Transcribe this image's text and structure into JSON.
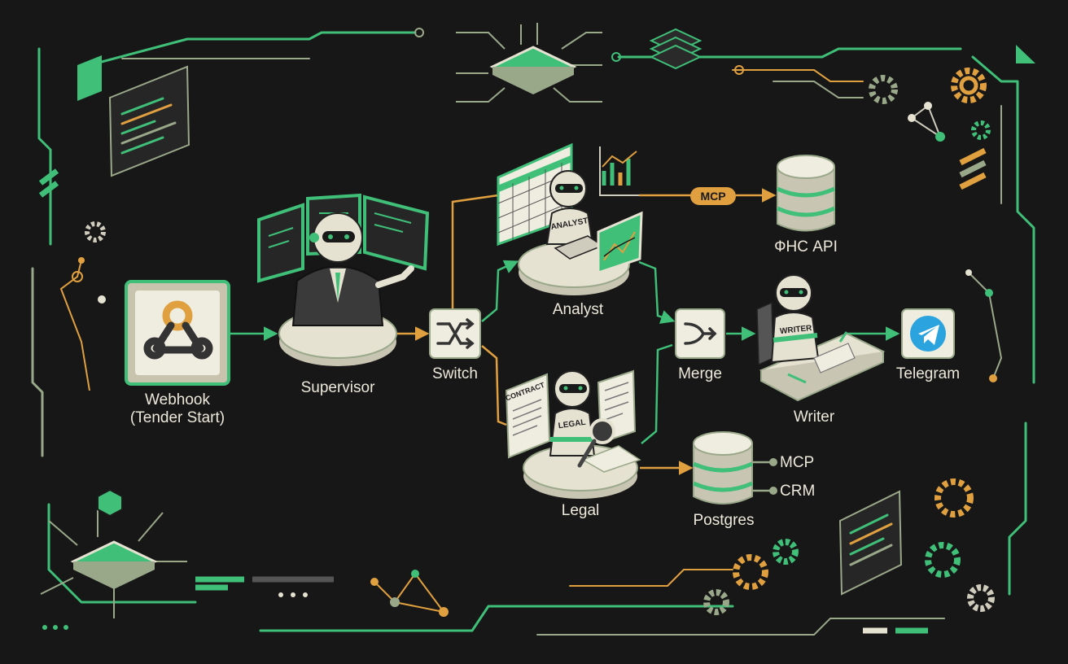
{
  "colors": {
    "background": "#171717",
    "accent_green": "#3fbf78",
    "accent_orange": "#e0a040",
    "sage": "#9aa88a",
    "cream": "#e6e2d2",
    "telegram_blue": "#2aa3de"
  },
  "nodes": {
    "webhook": {
      "label_line1": "Webhook",
      "label_line2": "(Tender Start)",
      "icon": "webhook-icon"
    },
    "supervisor": {
      "label": "Supervisor",
      "icon": "robot-suit-icon"
    },
    "switch": {
      "label": "Switch",
      "icon": "shuffle-icon"
    },
    "analyst": {
      "label": "Analyst",
      "badge": "ANALYST",
      "icon": "robot-analyst-icon"
    },
    "legal": {
      "label": "Legal",
      "badge": "LEGAL",
      "doc_title": "CONTRACT",
      "icon": "robot-legal-icon"
    },
    "merge": {
      "label": "Merge",
      "icon": "merge-icon"
    },
    "writer": {
      "label": "Writer",
      "badge": "WRITER",
      "icon": "robot-writer-icon"
    },
    "telegram": {
      "label": "Telegram",
      "icon": "telegram-icon"
    },
    "fns_api": {
      "label": "ФНС API",
      "icon": "database-icon"
    },
    "postgres": {
      "label": "Postgres",
      "icon": "database-icon"
    }
  },
  "edges": {
    "analyst_to_api_tag": "MCP",
    "postgres_mcp": "MCP",
    "postgres_crm": "CRM"
  }
}
